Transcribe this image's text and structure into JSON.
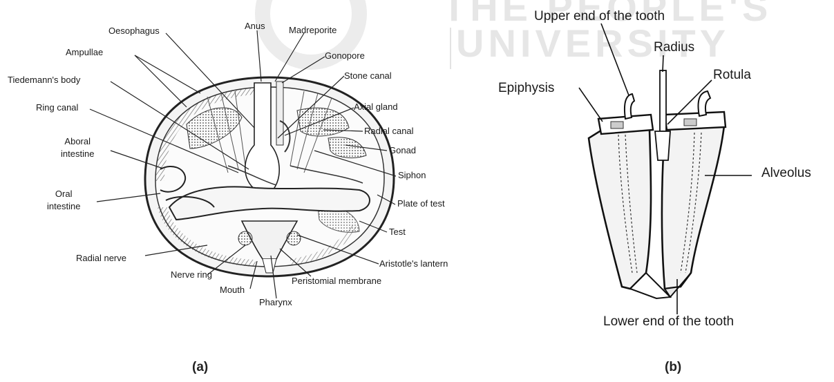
{
  "watermark": {
    "line1": "THE PEOPLE'S",
    "line2": "UNIVERSITY"
  },
  "figure_a": {
    "caption": "(a)",
    "labels": {
      "oesophagus": "Oesophagus",
      "anus": "Anus",
      "madreporite": "Madreporite",
      "ampullae": "Ampullae",
      "gonopore": "Gonopore",
      "tiedemanns_body": "Tiedemann's body",
      "stone_canal": "Stone canal",
      "ring_canal": "Ring canal",
      "axial_gland": "Axial gland",
      "aboral_intestine": "Aboral\nintestine",
      "radial_canal": "Radial canal",
      "gonad": "Gonad",
      "siphon": "Siphon",
      "oral_intestine": "Oral\nintestine",
      "plate_of_test": "Plate of test",
      "test": "Test",
      "radial_nerve": "Radial nerve",
      "aristotles_lantern": "Aristotle's lantern",
      "nerve_ring": "Nerve ring",
      "peristomial_membrane": "Peristomial membrane",
      "mouth": "Mouth",
      "pharynx": "Pharynx"
    }
  },
  "figure_b": {
    "caption": "(b)",
    "labels": {
      "upper_end": "Upper end of the tooth",
      "radius": "Radius",
      "epiphysis": "Epiphysis",
      "rotula": "Rotula",
      "alveolus": "Alveolus",
      "lower_end": "Lower end of the tooth"
    }
  }
}
